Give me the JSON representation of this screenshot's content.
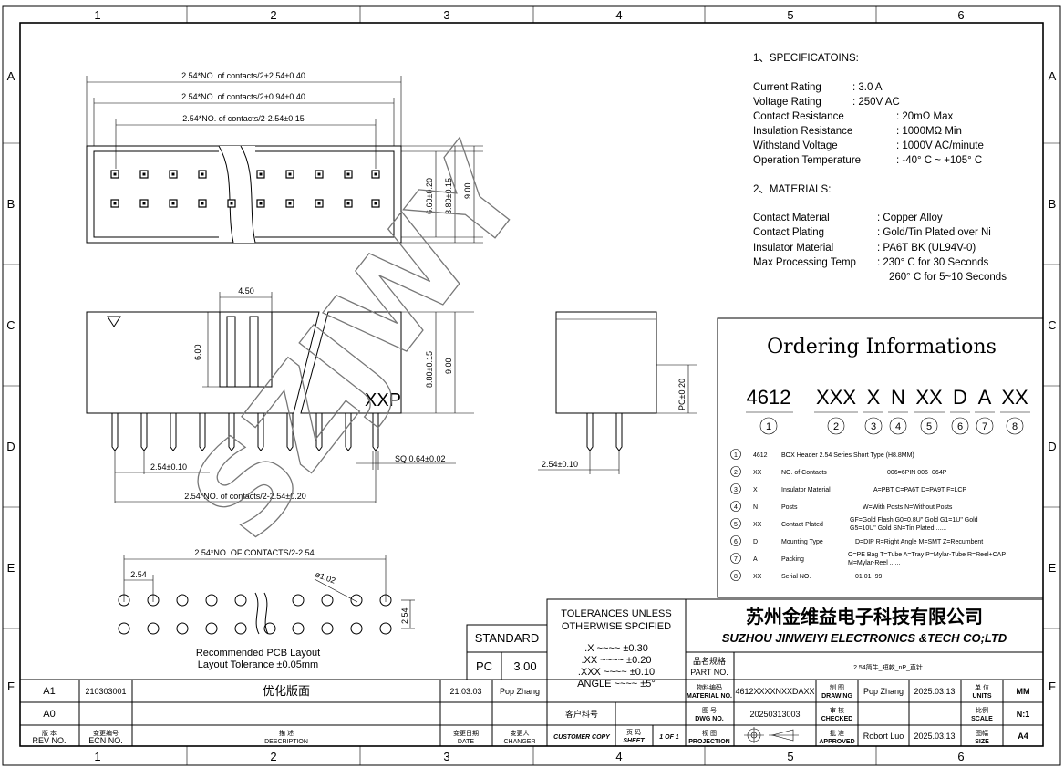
{
  "border": {
    "cols": [
      "1",
      "2",
      "3",
      "4",
      "5",
      "6"
    ],
    "rows": [
      "A",
      "B",
      "C",
      "D",
      "E",
      "F"
    ]
  },
  "watermark": "SZJWY",
  "top_view": {
    "dims": [
      "2.54*NO. of contacts/2+2.54±0.40",
      "2.54*NO. of contacts/2+0.94±0.40",
      "2.54*NO. of contacts/2-2.54±0.15"
    ],
    "side_dims": [
      "6.60±0.20",
      "8.80±0.15",
      "9.00"
    ]
  },
  "front_view": {
    "label": "XXP",
    "width_dim": "4.50",
    "height_dim": "6.00",
    "side_dims": [
      "8.80±0.15",
      "9.00"
    ],
    "pitch_dim": "2.54±0.10",
    "sq_dim": "SQ 0.64±0.02",
    "bottom_dim": "2.54*NO. of contacts/2-2.54±0.20"
  },
  "side_view": {
    "pc_dim": "PC±0.20",
    "pitch_dim": "2.54±0.10"
  },
  "pcb_layout": {
    "top_dim": "2.54*NO. OF CONTACTS/2-2.54",
    "pitch_dim": "2.54",
    "hole_dim": "ø1.02",
    "right_dim": "2.54",
    "title1": "Recommended PCB Layout",
    "title2": "Layout Tolerance ±0.05mm"
  },
  "specs": {
    "heading1": "1、SPECIFICATOINS:",
    "items1": [
      {
        "k": "Current  Rating",
        "v": ": 3.0 A"
      },
      {
        "k": "Voltage  Rating",
        "v": ": 250V AC"
      },
      {
        "k": "Contact   Resistance",
        "v": ": 20mΩ  Max"
      },
      {
        "k": "Insulation Resistance",
        "v": ": 1000MΩ Min"
      },
      {
        "k": "Withstand  Voltage",
        "v": ": 1000V AC/minute"
      },
      {
        "k": "Operation  Temperature",
        "v": ": -40° C ~ +105° C"
      }
    ],
    "heading2": "2、MATERIALS:",
    "items2": [
      {
        "k": "Contact  Material",
        "v": ": Copper Alloy"
      },
      {
        "k": "Contact  Plating",
        "v": ": Gold/Tin Plated over Ni"
      },
      {
        "k": "Insulator Material",
        "v": ": PA6T  BK (UL94V-0)"
      },
      {
        "k": "Max Processing Temp",
        "v": ": 230° C for 30 Seconds"
      },
      {
        "k": "",
        "v": "260° C for 5~10 Seconds"
      }
    ]
  },
  "ordering": {
    "title": "Ordering Informations",
    "codes": [
      "4612",
      "XXX",
      "X",
      "N",
      "XX",
      "D",
      "A",
      "XX"
    ],
    "nums": [
      "1",
      "2",
      "3",
      "4",
      "5",
      "6",
      "7",
      "8"
    ],
    "rows": [
      {
        "n": "1",
        "c": "4612",
        "d": "BOX  Header 2.54  Series  Short Type  (H8.8MM)",
        "o": ""
      },
      {
        "n": "2",
        "c": "XX",
        "d": "NO. of Contacts",
        "o": "006=6PIN  006~064P"
      },
      {
        "n": "3",
        "c": "X",
        "d": "Insulator Material",
        "o": "A=PBT C=PA6T  D=PA9T  F=LCP"
      },
      {
        "n": "4",
        "c": "N",
        "d": "Posts",
        "o": "W=With Posts  N=Without Posts"
      },
      {
        "n": "5",
        "c": "XX",
        "d": "Contact Plated",
        "o": "GF=Gold Flash  G0=0.8U\" Gold  G1=1U\" Gold",
        "o2": "G5=10U\" Gold     SN=Tin Plated ......"
      },
      {
        "n": "6",
        "c": "D",
        "d": "Mounting Type",
        "o": "D=DIP   R=Right Angle  M=SMT  Z=Recumbent"
      },
      {
        "n": "7",
        "c": "A",
        "d": "Packing",
        "o": "O=PE Bag  T=Tube  A=Tray  P=Mylar-Tube  R=Reel+CAP",
        "o2": "M=Mylar-Reel  ......"
      },
      {
        "n": "8",
        "c": "XX",
        "d": "Serial NO.",
        "o": "01    01~99"
      }
    ]
  },
  "title_block": {
    "standard_label": "STANDARD",
    "pc": "PC",
    "ver": "3.00",
    "tol1": "TOLERANCES  UNLESS",
    "tol2": "OTHERWISE  SPCIFIED",
    "tol3": ".X  ~~~~  ±0.30",
    "tol4": ".XX  ~~~~  ±0.20",
    "tol5": ".XXX  ~~~~  ±0.10",
    "tol6": "ANGLE  ~~~~  ±5°",
    "company_cn": "苏州金维益电子科技有限公司",
    "company_en": "SUZHOU JINWEIYI ELECTRONICS &TECH CO;LTD",
    "part_no_cn": "品名规格",
    "part_no_en": "PART NO.",
    "part_desc": "2.54简牛_短款_nP_直针",
    "material_cn": "物料编码",
    "material_en": "MATERIAL NO.",
    "material_val": "4612XXXXNXXDAXX",
    "drawing_cn": "制 图",
    "drawing_en": "DRAWING",
    "drawing_name": "Pop Zhang",
    "drawing_date": "2025.03.13",
    "units_cn": "单 位",
    "units_en": "UNITS",
    "units_val": "MM",
    "customer_cn": "客户料号",
    "dwg_cn": "图 号",
    "dwg_en": "DWG NO.",
    "dwg_val": "20250313003",
    "checked_cn": "审 核",
    "checked_en": "CHECKED",
    "scale_cn": "比例",
    "scale_en": "SCALE",
    "scale_val": "N:1",
    "customer_copy": "CUSTOMER COPY",
    "sheet_cn": "页 码",
    "sheet_en": "SHEET",
    "sheet_val": "1 OF 1",
    "projection_cn": "视 图",
    "projection_en": "PROJECTION",
    "approved_cn": "批 准",
    "approved_en": "APPROVED",
    "approved_name": "Robort Luo",
    "approved_date": "2025.03.13",
    "size_cn": "图幅",
    "size_en": "SIZE",
    "size_val": "A4"
  },
  "revisions": {
    "rows": [
      {
        "rev": "A1",
        "ecn": "210303001",
        "desc": "优化版面",
        "date": "21.03.03",
        "changer": "Pop Zhang"
      },
      {
        "rev": "A0",
        "ecn": "",
        "desc": "",
        "date": "",
        "changer": ""
      }
    ],
    "headers": {
      "rev_cn": "版 本",
      "rev_en": "REV NO.",
      "ecn_cn": "变更编号",
      "ecn_en": "ECN  NO.",
      "desc_cn": "描 述",
      "desc_en": "DESCRIPTION",
      "date_cn": "变更日期",
      "date_en": "DATE",
      "changer_cn": "变更人",
      "changer_en": "CHANGER"
    }
  }
}
